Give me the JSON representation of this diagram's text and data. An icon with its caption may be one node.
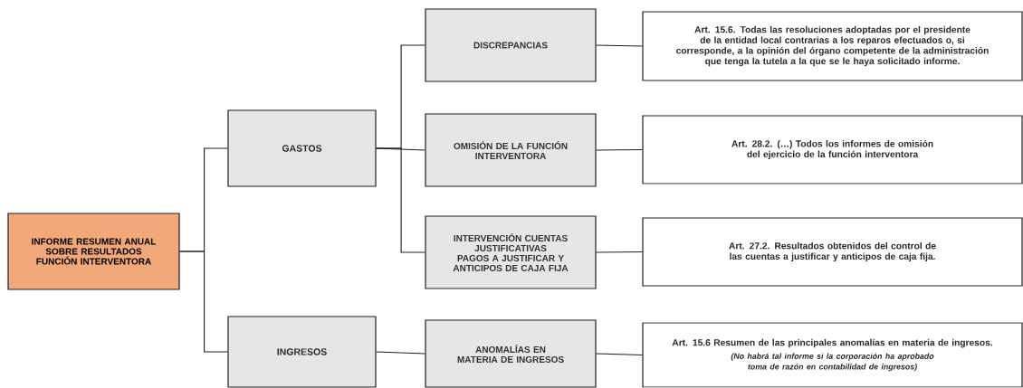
{
  "diagram": {
    "nodes": [
      {
        "text": [
          "INFORME RESUMEN ANUAL SOBRE RESULTADOS FUNCIÓN INTERVENTORA"
        ]
      },
      {
        "text": [
          "GASTOS"
        ]
      },
      {
        "text": [
          "INGRESOS"
        ]
      },
      {
        "text": [
          "DISCREPANCIAS"
        ]
      },
      {
        "text": [
          "OMISIÓN DE LA FUNCIÓN INTERVENTORA"
        ]
      },
      {
        "text": [
          "INTERVENCIÓN CUENTAS JUSTIFICATIVAS PAGOS A JUSTIFICAR Y ANTICIPOS DE CAJA FIJA"
        ]
      },
      {
        "text": [
          "ANOMALÍAS EN MATERIA DE INGRESOS"
        ]
      },
      {
        "text": [
          "Art. 15.6. Todas las resoluciones adoptadas por el presidente de la entidad local contrarias a los reparos efectuados o, si corresponde, a la opinión del órgano competente de la administración que tenga la tutela a la que se le haya solicitado informe."
        ]
      },
      {
        "text": [
          "Art. 28.2. (…) Todos los informes de omisión del ejercicio de la función interventora"
        ]
      },
      {
        "text": [
          "Art. 27.2. Resultados obtenidos del control de las cuentas a justificar y anticipos de caja fija."
        ]
      },
      {
        "text": [
          "Art. 15.6 Resumen de las principales anomalías en materia de ingresos.",
          "(No habrá tal informe si la corporación ha aprobado toma de razón en contabilidad de ingresos)"
        ]
      }
    ],
    "edges": [
      {
        "from": 0,
        "to": 1,
        "arrow": "none"
      },
      {
        "from": 0,
        "to": 2,
        "arrow": "none"
      },
      {
        "from": 1,
        "to": 3,
        "arrow": "none"
      },
      {
        "from": 1,
        "to": 4,
        "arrow": "none"
      },
      {
        "from": 1,
        "to": 5,
        "arrow": "none"
      },
      {
        "from": 2,
        "to": 6,
        "arrow": "none"
      },
      {
        "from": 3,
        "to": 7,
        "arrow": "none"
      },
      {
        "from": 4,
        "to": 8,
        "arrow": "none"
      },
      {
        "from": 5,
        "to": 9,
        "arrow": "none"
      },
      {
        "from": 6,
        "to": 10,
        "arrow": "none"
      }
    ]
  }
}
